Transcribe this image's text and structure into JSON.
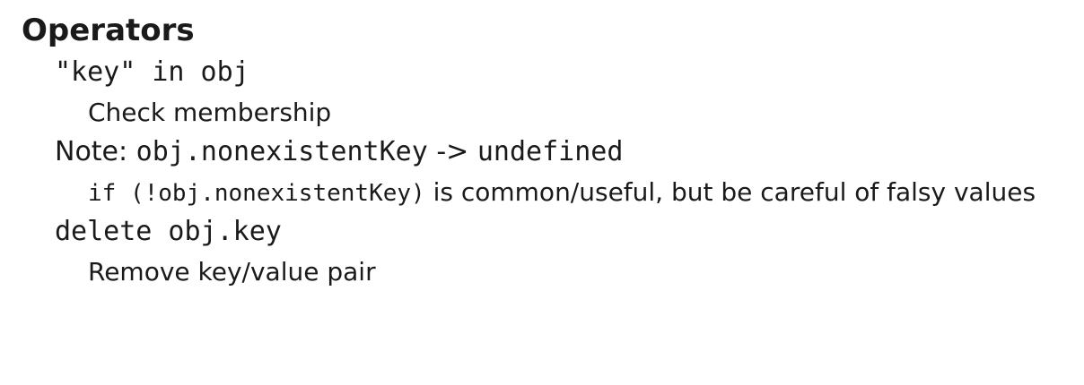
{
  "section": {
    "title": "Operators"
  },
  "items": [
    {
      "term_code": "\"key\" in obj",
      "description": "Check membership"
    },
    {
      "term_prefix": "Note: ",
      "term_code_1": "obj.nonexistentKey",
      "term_arrow": " -> ",
      "term_code_2": "undefined",
      "description_code": "if (!obj.nonexistentKey)",
      "description_text": " is common/useful, but be careful of falsy values"
    },
    {
      "term_code": "delete obj.key",
      "description": "Remove key/value pair"
    }
  ]
}
